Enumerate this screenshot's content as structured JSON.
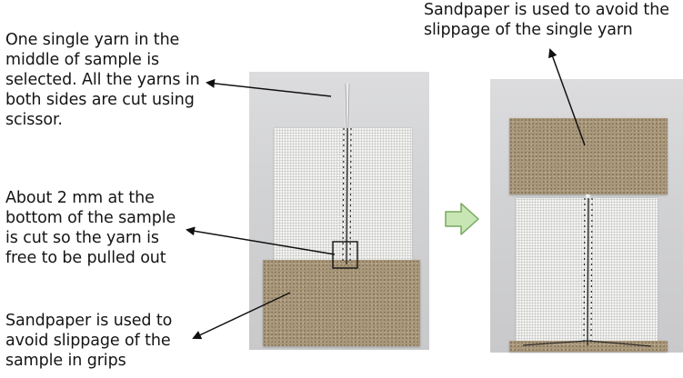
{
  "annotations": {
    "selected_yarn": "One single yarn in the\nmiddle of sample is\nselected. All the yarns in\nboth sides are cut using\nscissor.",
    "bottom_cut": "About 2 mm at the\nbottom of the sample\nis cut so the yarn is\nfree to be pulled out",
    "sandpaper_grips": "Sandpaper is used to\navoid slippage of the\nsample in grips",
    "sandpaper_single_yarn": "Sandpaper is used to avoid the\nslippage of the single yarn"
  },
  "colors": {
    "sandpaper": "#a9977a",
    "fabric": "#f4f4f2",
    "photo_background": "#d2d3d5",
    "yarn": "#2a2a2a",
    "flow_arrow_fill": "#c8e6b4",
    "flow_arrow_stroke": "#78a860",
    "pointer_arrow": "#111111"
  },
  "icons": {
    "flow_arrow": "right-arrow-icon"
  }
}
